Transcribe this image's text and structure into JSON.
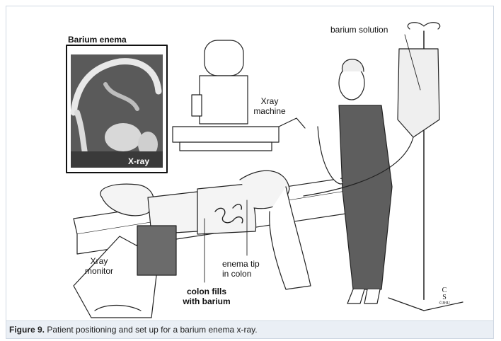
{
  "figure": {
    "labels": {
      "barium_enema": "Barium enema",
      "xray_inset": "X-ray",
      "barium_solution": "barium solution",
      "xray_machine_line1": "Xray",
      "xray_machine_line2": "machine",
      "xray_monitor_line1": "Xray",
      "xray_monitor_line2": "monitor",
      "enema_tip_line1": "enema tip",
      "enema_tip_line2": "in colon",
      "colon_fills_line1": "colon fills",
      "colon_fills_line2": "with barium"
    },
    "signature": {
      "line1": "C",
      "line2": "S",
      "line3": "©JHU"
    }
  },
  "caption": {
    "prefix": "Figure 9.",
    "text": " Patient positioning and set up for a barium enema x-ray."
  }
}
